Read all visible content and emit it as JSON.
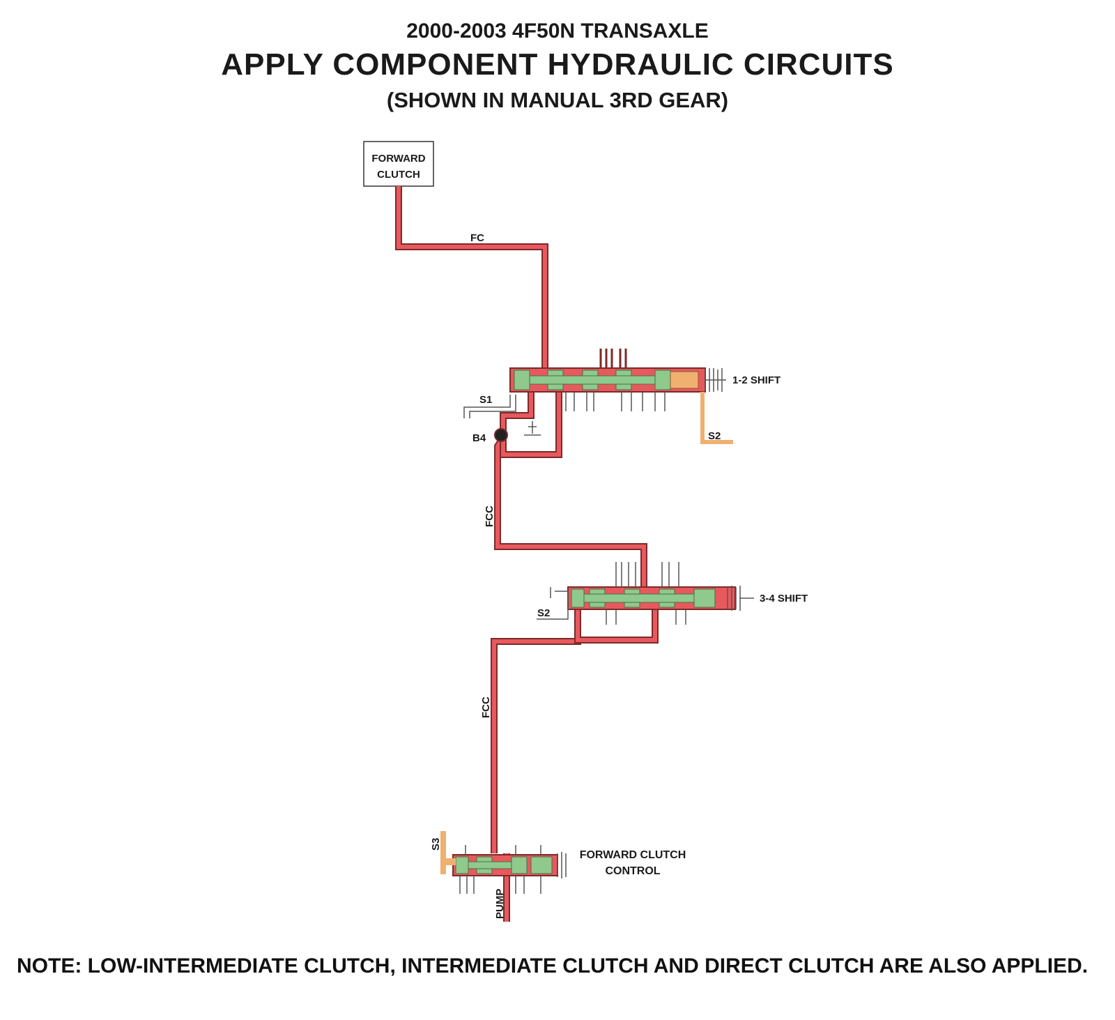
{
  "header": {
    "line1": "2000-2003 4F50N TRANSAXLE",
    "line2": "APPLY COMPONENT HYDRAULIC CIRCUITS",
    "line3": "(SHOWN IN MANUAL 3RD GEAR)"
  },
  "diagram": {
    "forward_clutch_box": {
      "line1": "FORWARD",
      "line2": "CLUTCH"
    },
    "circuits": {
      "fc": "FC",
      "fcc_upper": "FCC",
      "fcc_lower": "FCC",
      "pump": "PUMP"
    },
    "signals": {
      "s1": "S1",
      "s2_top": "S2",
      "s2_mid": "S2",
      "s3": "S3"
    },
    "checkball": "B4",
    "valves": {
      "shift_12": "1-2 SHIFT",
      "shift_34": "3-4 SHIFT",
      "fcc_line1": "FORWARD CLUTCH",
      "fcc_line2": "CONTROL"
    },
    "colors": {
      "apply_fluid": "#e8595e",
      "fluid_outline": "#7a2a2a",
      "spool": "#8fc98c",
      "solenoid_signal": "#f0b070",
      "spring": "#9aa0c8"
    }
  },
  "note": {
    "text": "NOTE: LOW-INTERMEDIATE CLUTCH, INTERMEDIATE CLUTCH AND DIRECT CLUTCH ARE ALSO APPLIED."
  }
}
